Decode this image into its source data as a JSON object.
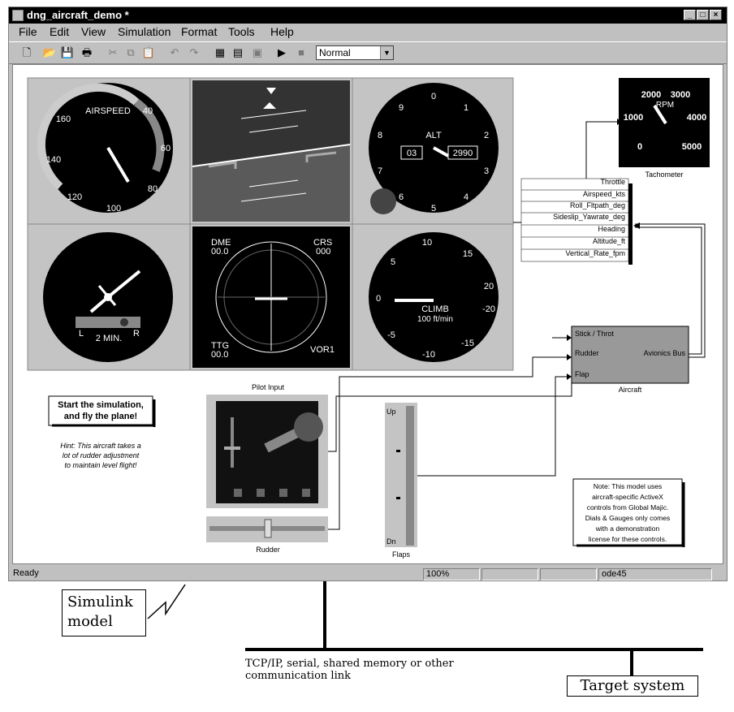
{
  "window": {
    "title": "dng_aircraft_demo *"
  },
  "menu": [
    "File",
    "Edit",
    "View",
    "Simulation",
    "Format",
    "Tools",
    "Help"
  ],
  "toolbar": {
    "mode": "Normal"
  },
  "gauges": {
    "airspeed": {
      "label": "AIRSPEED",
      "ticks": [
        "160",
        "40",
        "60",
        "80",
        "100",
        "120",
        "140"
      ]
    },
    "altimeter": {
      "label": "ALT",
      "digits_left": "03",
      "digits_right": "2990",
      "ticks": [
        "0",
        "1",
        "2",
        "3",
        "4",
        "5",
        "6",
        "7",
        "8",
        "9"
      ]
    },
    "turn": {
      "left": "L",
      "right": "R",
      "label": "2 MIN."
    },
    "hsi": {
      "dme": "DME",
      "dme_val": "00.0",
      "crs": "CRS",
      "crs_val": "000",
      "ttg": "TTG",
      "ttg_val": "00.0",
      "vor": "VOR1"
    },
    "climb": {
      "label": "CLIMB",
      "unit": "100 ft/min",
      "ticks": [
        "10",
        "5",
        "0",
        "-5",
        "-10",
        "15",
        "20",
        "-20",
        "-15"
      ]
    },
    "tacho": {
      "label": "RPM",
      "ticks": [
        "2000",
        "3000",
        "1000",
        "4000",
        "0",
        "5000"
      ],
      "name": "Tachometer"
    }
  },
  "bus": {
    "signals": [
      "Throttle",
      "Airspeed_kts",
      "Roll_Fltpath_deg",
      "Sideslip_Yawrate_deg",
      "Heading",
      "Altitude_ft",
      "Vertical_Rate_fpm"
    ]
  },
  "aircraft": {
    "in": [
      "Stick / Throt",
      "Rudder",
      "Flap"
    ],
    "out": "Avionics Bus",
    "name": "Aircraft"
  },
  "blocks": {
    "pilot": "Pilot Input",
    "rudder": "Rudder",
    "flaps": "Flaps",
    "flap_up": "Up",
    "flap_dn": "Dn"
  },
  "start_note": {
    "line1": "Start the simulation,",
    "line2": "and fly the plane!"
  },
  "hint": [
    "Hint: This aircraft takes a",
    "lot of rudder adjustment",
    "to maintain level flight!"
  ],
  "note": [
    "Note: This model uses",
    "aircraft-specific ActiveX",
    "controls from Global Majic.",
    "Dials & Gauges only comes",
    "with a demonstration",
    "license for these controls."
  ],
  "status": {
    "ready": "Ready",
    "zoom": "100%",
    "solver": "ode45"
  },
  "annot": {
    "model_l1": "Simulink",
    "model_l2": "model",
    "link_l1": "TCP/IP, serial, shared memory or other",
    "link_l2": "communication link",
    "target": "Target system"
  }
}
